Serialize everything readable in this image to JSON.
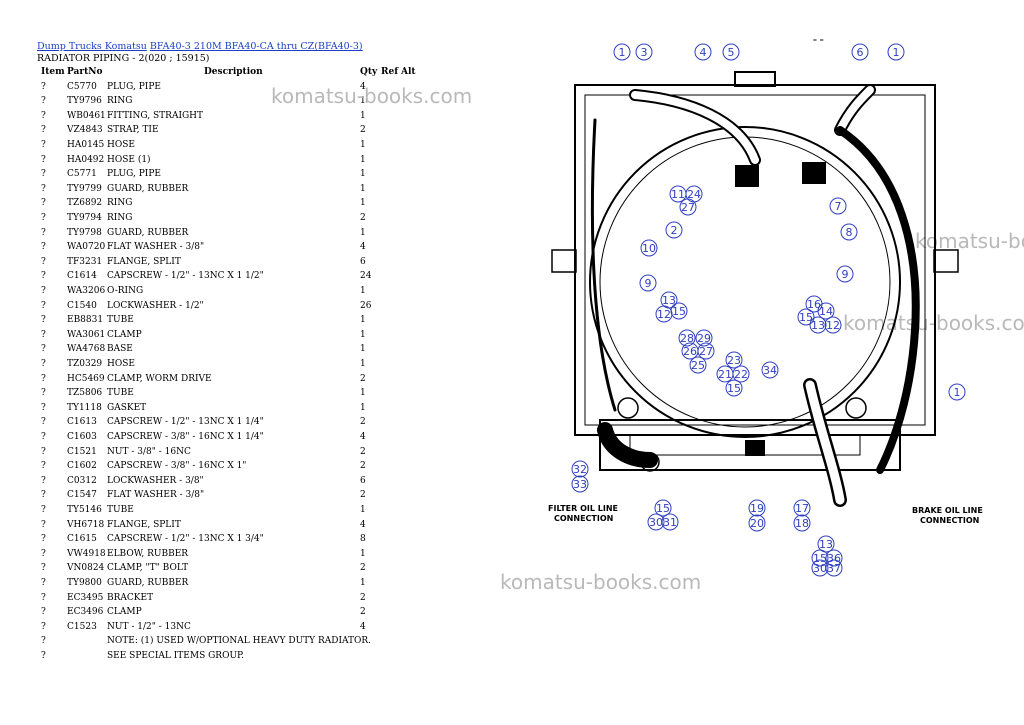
{
  "breadcrumb": {
    "link1": "Dump Trucks Komatsu",
    "link2": "BFA40-3 210M BFA40-CA thru CZ(BFA40-3)"
  },
  "section_title": "RADIATOR PIPING - 2(020 ; 15915)",
  "columns": {
    "item": "Item",
    "part": "PartNo",
    "desc": "Description",
    "qty": "Qty",
    "ref": "Ref",
    "alt": "Alt"
  },
  "rows": [
    {
      "item": "?",
      "part": "C5770",
      "desc": "PLUG, PIPE",
      "qty": "4"
    },
    {
      "item": "?",
      "part": "TY9796",
      "desc": "RING",
      "qty": "1"
    },
    {
      "item": "?",
      "part": "WB0461",
      "desc": "FITTING, STRAIGHT",
      "qty": "1"
    },
    {
      "item": "?",
      "part": "VZ4843",
      "desc": "STRAP, TIE",
      "qty": "2"
    },
    {
      "item": "?",
      "part": "HA0145",
      "desc": "HOSE",
      "qty": "1"
    },
    {
      "item": "?",
      "part": "HA0492",
      "desc": "HOSE (1)",
      "qty": "1"
    },
    {
      "item": "?",
      "part": "C5771",
      "desc": "PLUG, PIPE",
      "qty": "1"
    },
    {
      "item": "?",
      "part": "TY9799",
      "desc": "GUARD, RUBBER",
      "qty": "1"
    },
    {
      "item": "?",
      "part": "TZ6892",
      "desc": "RING",
      "qty": "1"
    },
    {
      "item": "?",
      "part": "TY9794",
      "desc": "RING",
      "qty": "2"
    },
    {
      "item": "?",
      "part": "TY9798",
      "desc": "GUARD, RUBBER",
      "qty": "1"
    },
    {
      "item": "?",
      "part": "WA0720",
      "desc": "FLAT WASHER - 3/8\"",
      "qty": "4"
    },
    {
      "item": "?",
      "part": "TF3231",
      "desc": "FLANGE, SPLIT",
      "qty": "6"
    },
    {
      "item": "?",
      "part": "C1614",
      "desc": "CAPSCREW - 1/2\" - 13NC X 1 1/2\"",
      "qty": "24"
    },
    {
      "item": "?",
      "part": "WA3206",
      "desc": "O-RING",
      "qty": "1"
    },
    {
      "item": "?",
      "part": "C1540",
      "desc": "LOCKWASHER - 1/2\"",
      "qty": "26"
    },
    {
      "item": "?",
      "part": "EB8831",
      "desc": "TUBE",
      "qty": "1"
    },
    {
      "item": "?",
      "part": "WA3061",
      "desc": "CLAMP",
      "qty": "1"
    },
    {
      "item": "?",
      "part": "WA4768",
      "desc": "BASE",
      "qty": "1"
    },
    {
      "item": "?",
      "part": "TZ0329",
      "desc": "HOSE",
      "qty": "1"
    },
    {
      "item": "?",
      "part": "HC5469",
      "desc": "CLAMP, WORM DRIVE",
      "qty": "2"
    },
    {
      "item": "?",
      "part": "TZ5806",
      "desc": "TUBE",
      "qty": "1"
    },
    {
      "item": "?",
      "part": "TY1118",
      "desc": "GASKET",
      "qty": "1"
    },
    {
      "item": "?",
      "part": "C1613",
      "desc": "CAPSCREW - 1/2\" - 13NC X 1 1/4\"",
      "qty": "2"
    },
    {
      "item": "?",
      "part": "C1603",
      "desc": "CAPSCREW - 3/8\" - 16NC X 1 1/4\"",
      "qty": "4"
    },
    {
      "item": "?",
      "part": "C1521",
      "desc": "NUT - 3/8\" - 16NC",
      "qty": "2"
    },
    {
      "item": "?",
      "part": "C1602",
      "desc": "CAPSCREW - 3/8\" - 16NC X 1\"",
      "qty": "2"
    },
    {
      "item": "?",
      "part": "C0312",
      "desc": "LOCKWASHER - 3/8\"",
      "qty": "6"
    },
    {
      "item": "?",
      "part": "C1547",
      "desc": "FLAT WASHER - 3/8\"",
      "qty": "2"
    },
    {
      "item": "?",
      "part": "TY5146",
      "desc": "TUBE",
      "qty": "1"
    },
    {
      "item": "?",
      "part": "VH6718",
      "desc": "FLANGE, SPLIT",
      "qty": "4"
    },
    {
      "item": "?",
      "part": "C1615",
      "desc": "CAPSCREW - 1/2\" - 13NC X 1 3/4\"",
      "qty": "8"
    },
    {
      "item": "?",
      "part": "VW4918",
      "desc": "ELBOW, RUBBER",
      "qty": "1"
    },
    {
      "item": "?",
      "part": "VN0824",
      "desc": "CLAMP, \"T\" BOLT",
      "qty": "2"
    },
    {
      "item": "?",
      "part": "TY9800",
      "desc": "GUARD, RUBBER",
      "qty": "1"
    },
    {
      "item": "?",
      "part": "EC3495",
      "desc": "BRACKET",
      "qty": "2"
    },
    {
      "item": "?",
      "part": "EC3496",
      "desc": "CLAMP",
      "qty": "2"
    },
    {
      "item": "?",
      "part": "C1523",
      "desc": "NUT - 1/2\" - 13NC",
      "qty": "4"
    },
    {
      "item": "?",
      "part": "",
      "desc": "NOTE: (1) USED W/OPTIONAL HEAVY DUTY RADIATOR.",
      "qty": ""
    },
    {
      "item": "?",
      "part": "",
      "desc": "SEE SPECIAL ITEMS GROUP.",
      "qty": ""
    }
  ],
  "watermark": "komatsu-books.com",
  "diagram": {
    "filter_label_1": "FILTER OIL LINE",
    "filter_label_2": "CONNECTION",
    "brake_label_1": "BRAKE OIL LINE",
    "brake_label_2": "CONNECTION",
    "dash_mark": "– –",
    "callouts": [
      "1",
      "3",
      "4",
      "5",
      "6",
      "1",
      "11",
      "24",
      "27",
      "2",
      "7",
      "8",
      "10",
      "9",
      "9",
      "13",
      "12",
      "15",
      "16",
      "14",
      "15",
      "13",
      "12",
      "28",
      "29",
      "26",
      "27",
      "25",
      "23",
      "21",
      "22",
      "34",
      "15",
      "1",
      "32",
      "33",
      "15",
      "30",
      "31",
      "19",
      "20",
      "17",
      "18",
      "13",
      "15",
      "36",
      "30",
      "37"
    ]
  },
  "colors": {
    "link": "#1a3ec8",
    "callout": "#2f3fc0",
    "watermark": "#b9b9b9"
  }
}
